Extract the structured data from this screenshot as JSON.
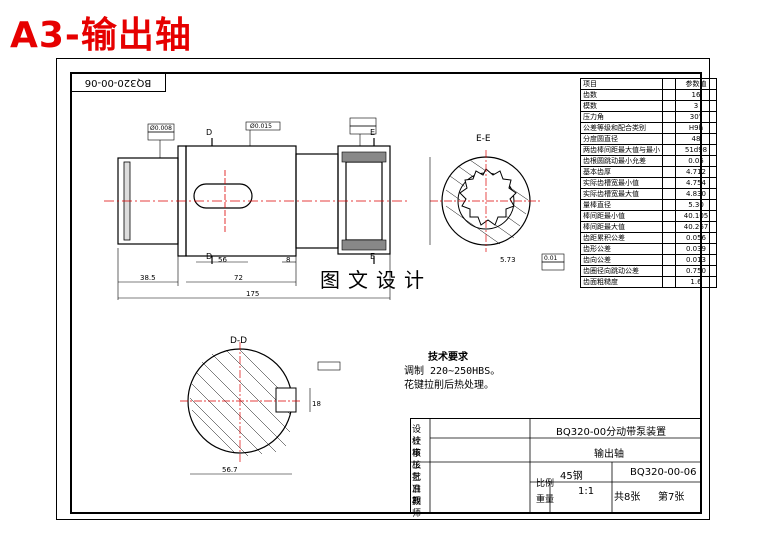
{
  "page_title": "A3-输出轴",
  "drawing_code": "BQ320-00-06",
  "section_labels": {
    "ee": "E-E",
    "dd": "D-D",
    "d": "D",
    "e": "E"
  },
  "dims": {
    "d175": "175",
    "d72": "72",
    "d38_5": "38.5",
    "d56": "56",
    "d8": "8",
    "d5_73": "5.73",
    "d18": "18",
    "d56_7": "56.7",
    "tol_r1": "Ø0.008",
    "tol_r2": "Ø0.015",
    "tol_r3": "0.01"
  },
  "param_table": {
    "header": [
      "项目",
      "",
      "参数值"
    ],
    "rows": [
      [
        "齿数",
        "",
        "16"
      ],
      [
        "模数",
        "",
        "3"
      ],
      [
        "压力角",
        "",
        "30°"
      ],
      [
        "公差等级和配合类别",
        "",
        "H9h"
      ],
      [
        "分度圆直径",
        "",
        "48"
      ],
      [
        "两齿棒间距最大值与最小",
        "",
        "51d98"
      ],
      [
        "齿根圆跳动最小允差",
        "",
        "0.05"
      ],
      [
        "基本齿厚",
        "",
        "4.712"
      ],
      [
        "实际齿槽宽最小值",
        "",
        "4.754"
      ],
      [
        "实际齿槽宽最大值",
        "",
        "4.830"
      ],
      [
        "量棒直径",
        "",
        "5.30"
      ],
      [
        "棒间距最小值",
        "",
        "40.105"
      ],
      [
        "棒间距最大值",
        "",
        "40.267"
      ],
      [
        "齿距累积公差",
        "",
        "0.056"
      ],
      [
        "齿形公差",
        "",
        "0.039"
      ],
      [
        "齿向公差",
        "",
        "0.013"
      ],
      [
        "齿圈径向跳动公差",
        "",
        "0.750"
      ],
      [
        "齿面粗糙度",
        "",
        "1.6"
      ]
    ]
  },
  "watermark": "图文设计",
  "tech_requirements": {
    "title": "技术要求",
    "lines": [
      "调制  220~250HBS。",
      "花键拉削后热处理。"
    ]
  },
  "title_block": {
    "assembly": "BQ320-00分动带泵装置",
    "part_name": "输出轴",
    "material": "45钢",
    "code": "BQ320-00-06",
    "scale_label": "比例",
    "scale": "1:1",
    "weight_label": "重量",
    "total_sheets": "共8张",
    "sheet_no": "第7张",
    "roles": [
      "设计",
      "校核",
      "审核",
      "工艺",
      "批准",
      "日期",
      "教师"
    ]
  }
}
